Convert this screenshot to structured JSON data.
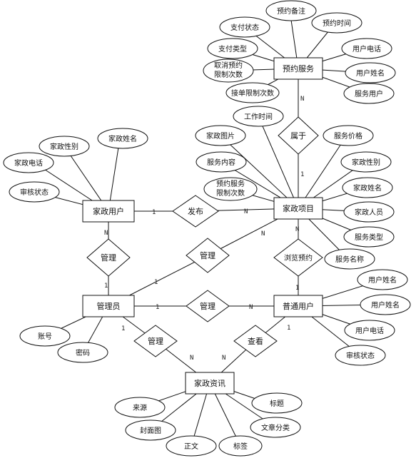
{
  "entities": {
    "yuyue_fuwu": "预约服务",
    "jiazheng_xiangmu": "家政项目",
    "jiazheng_yonghu": "家政用户",
    "guanliyuan": "管理员",
    "putong_yonghu": "普通用户",
    "jiazheng_zixun": "家政资讯"
  },
  "relationships": {
    "shuyu": "属于",
    "fabu": "发布",
    "guanli_1": "管理",
    "guanli_2": "管理",
    "guanli_3": "管理",
    "guanli_4": "管理",
    "liulan_yuyue": "浏览预约",
    "chakan": "查看"
  },
  "attributes": {
    "yuyue_beizhu": "预约备注",
    "zhifu_zhuangtai": "支付状态",
    "yuyue_shijian": "预约时间",
    "zhifu_leixing": "支付类型",
    "quxiao_1": "取消预约",
    "quxiao_2": "限制次数",
    "jiedan": "接单限制次数",
    "yh_dianhua_1": "用户电话",
    "yh_xingming_1": "用户姓名",
    "fuwu_yonghu": "服务用户",
    "gongzuo_shijian": "工作时间",
    "jz_tupian": "家政图片",
    "fuwu_jiage": "服务价格",
    "fuwu_neirong": "服务内容",
    "jz_xingbie_1": "家政性别",
    "yyfw_1": "预约服务",
    "yyfw_2": "限制次数",
    "jz_xingming_1": "家政姓名",
    "jz_renyuan": "家政人员",
    "fuwu_leixing": "服务类型",
    "fuwu_mingcheng": "服务名称",
    "jz_xingbie_2": "家政性别",
    "jz_xingming_2": "家政姓名",
    "jz_dianhua": "家政电话",
    "shenhe_1": "审核状态",
    "yh_xingming_2": "用户姓名",
    "yh_xingming_3": "用户姓名",
    "yh_dianhua_2": "用户电话",
    "shenhe_2": "审核状态",
    "zhanghao": "账号",
    "mima": "密码",
    "laiyuan": "来源",
    "biaoti": "标题",
    "fengmiantu": "封面图",
    "wenzhang_fenlei": "文章分类",
    "zhengwen": "正文",
    "biaoqian": "标签"
  },
  "cardinalities": {
    "c1": "N",
    "c2": "1",
    "c3": "1",
    "c4": "N",
    "c5": "N",
    "c6": "1",
    "c7": "N",
    "c8": "1",
    "c9": "N",
    "c10": "1",
    "c11": "1",
    "c12": "N",
    "c13": "1",
    "c14": "N",
    "c15": "N",
    "c16": "1"
  }
}
